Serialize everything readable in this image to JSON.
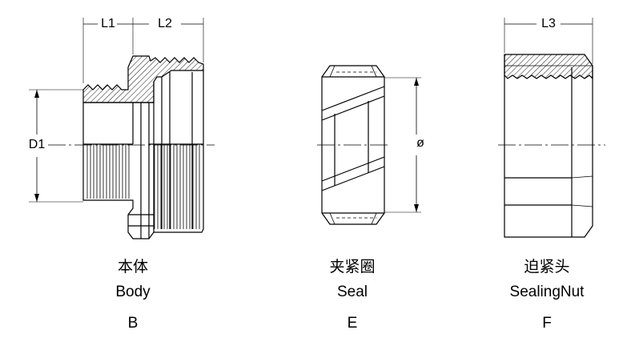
{
  "parts": [
    {
      "chinese": "本体",
      "english": "Body",
      "letter": "B"
    },
    {
      "chinese": "夹紧圈",
      "english": "Seal",
      "letter": "E"
    },
    {
      "chinese": "迫紧头",
      "english": "SealingNut",
      "letter": "F"
    }
  ],
  "dimensions": {
    "body_l1": "L1",
    "body_l2": "L2",
    "body_d1": "D1",
    "seal_diameter": "ø",
    "nut_l3": "L3"
  },
  "colors": {
    "line": "#000000",
    "background": "#ffffff"
  }
}
